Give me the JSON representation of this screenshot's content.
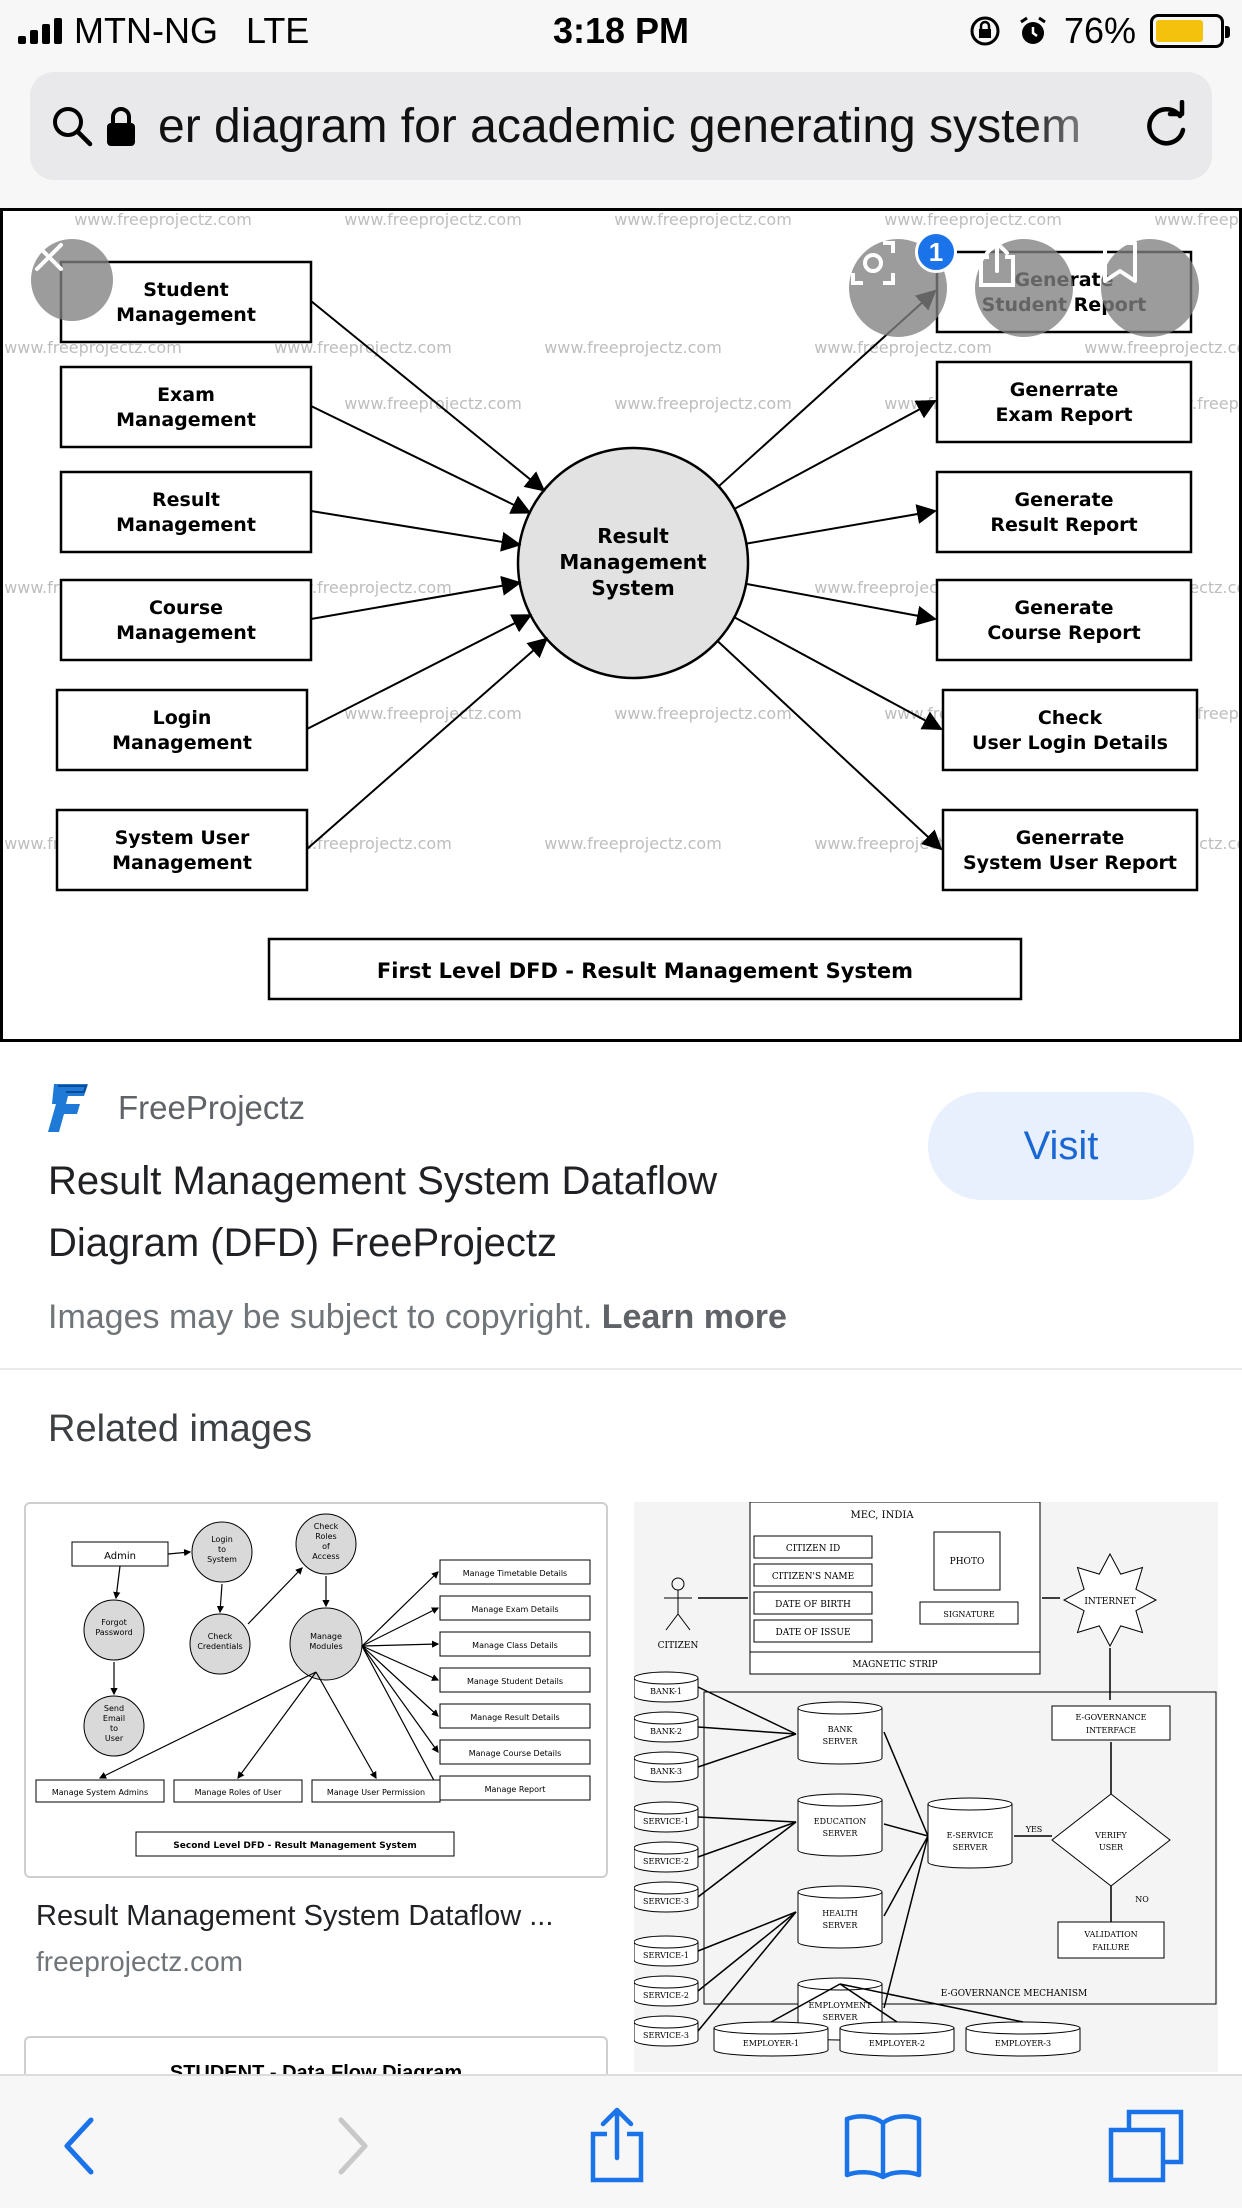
{
  "status_bar": {
    "carrier": "MTN-NG",
    "network": "LTE",
    "time": "3:18 PM",
    "battery_percent": "76%",
    "battery_level": 0.76,
    "battery_color": "#f4c20d"
  },
  "url_bar": {
    "url_text": "er diagram for academic generating system",
    "icons": [
      "search-icon",
      "lock-icon",
      "reload-icon"
    ]
  },
  "image_viewer": {
    "badge_count": "1",
    "overlay_buttons": [
      "close-icon",
      "lens-icon",
      "share-icon",
      "bookmark-icon"
    ]
  },
  "diagram": {
    "watermark": "www.freeprojectz.com",
    "center_process": [
      "Result",
      "Management",
      "System"
    ],
    "inputs": [
      [
        "Student",
        "Management"
      ],
      [
        "Exam",
        "Management"
      ],
      [
        "Result",
        "Management"
      ],
      [
        "Course",
        "Management"
      ],
      [
        "Login",
        "Management"
      ],
      [
        "System User",
        "Management"
      ]
    ],
    "outputs": [
      [
        "Generate",
        "Student Report"
      ],
      [
        "Generrate",
        "Exam Report"
      ],
      [
        "Generate",
        "Result Report"
      ],
      [
        "Generate",
        "Course Report"
      ],
      [
        "Check",
        "User Login Details"
      ],
      [
        "Generrate",
        "System User Report"
      ]
    ],
    "caption": "First Level DFD - Result Management System"
  },
  "result": {
    "source_name": "FreeProjectz",
    "title": "Result Management System Dataflow Diagram (DFD) FreeProjectz",
    "visit_label": "Visit",
    "copyright_text": "Images may be subject to copyright.",
    "learn_more": "Learn more"
  },
  "related": {
    "heading": "Related images",
    "items": [
      {
        "caption": "Result Management System Dataflow ...",
        "domain": "freeprojectz.com",
        "nodes": [
          "Admin",
          "Login to System",
          "Check Roles of Access",
          "Forgot Password",
          "Check Credentials",
          "Manage Modules",
          "Send Email to User"
        ],
        "outputs": [
          "Manage Timetable Details",
          "Manage Exam Details",
          "Manage Class Details",
          "Manage Student Details",
          "Manage Result Details",
          "Manage Course Details",
          "Manage Report"
        ],
        "bottom": [
          "Manage System Admins",
          "Manage Roles of User",
          "Manage User Permission"
        ],
        "diagram_caption": "Second Level DFD - Result Management System"
      },
      {
        "labels": {
          "citizen": "CITIZEN",
          "card_fields": [
            "MEC, INDIA",
            "CITIZEN ID",
            "CITIZEN'S NAME",
            "DATE OF BIRTH",
            "DATE OF ISSUE"
          ],
          "photo": "PHOTO",
          "signature": "SIGNATURE",
          "strip": "MAGNETIC STRIP",
          "internet": "INTERNET",
          "interface": "E-GOVERNANCE INTERFACE",
          "verify": "VERIFY USER",
          "yes": "YES",
          "no": "NO",
          "failure": "VALIDATION FAILURE",
          "banks": [
            "BANK-1",
            "BANK-2",
            "BANK-3"
          ],
          "services_a": [
            "SERVICE-1",
            "SERVICE-2",
            "SERVICE-3"
          ],
          "services_b": [
            "SERVICE-1",
            "SERVICE-2",
            "SERVICE-3"
          ],
          "servers": [
            "BANK SERVER",
            "EDUCATION SERVER",
            "HEALTH SERVER",
            "EMPLOYMENT SERVER"
          ],
          "eservice": "E-SERVICE SERVER",
          "mechanism": "E-GOVERNANCE MECHANISM",
          "employers": [
            "EMPLOYER-1",
            "EMPLOYER-2",
            "EMPLOYER-3"
          ]
        }
      },
      {
        "title": "STUDENT - Data Flow Diagram"
      }
    ]
  },
  "toolbar": {
    "buttons": [
      "back-icon",
      "forward-icon",
      "share-icon",
      "bookmarks-icon",
      "tabs-icon"
    ],
    "accent": "#1a73e8"
  }
}
